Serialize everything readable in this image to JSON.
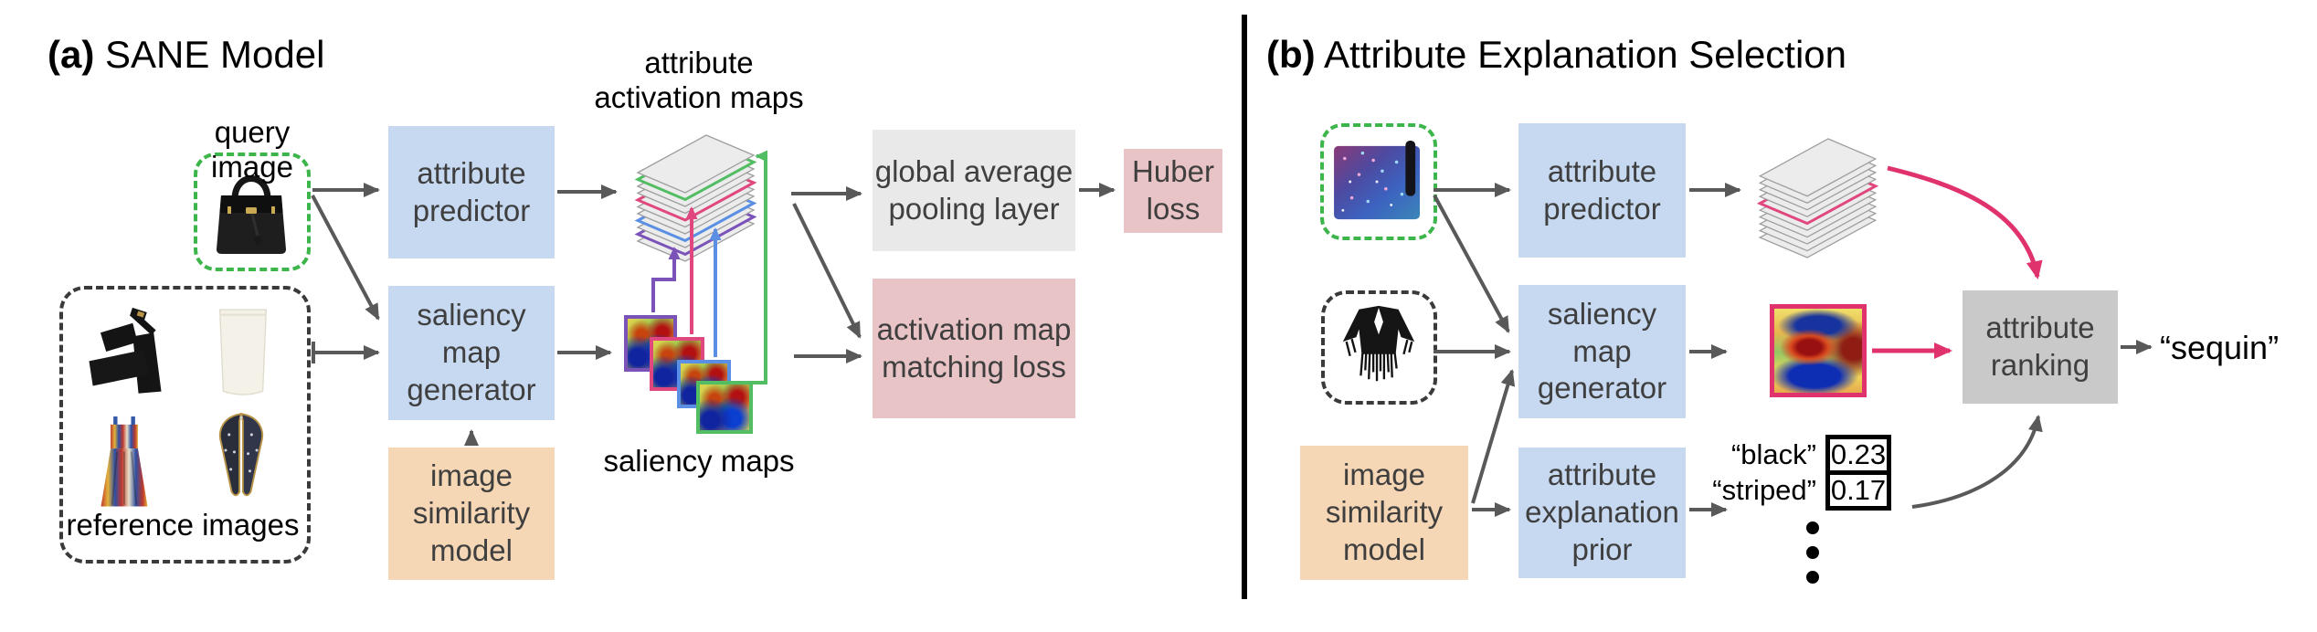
{
  "palette": {
    "box_blue": "#c6d9f1",
    "box_orange": "#f6d7b5",
    "box_pink": "#e9c4c6",
    "box_gray_light": "#e9e9e9",
    "box_gray_mid": "#c9c9c9",
    "arrow_gray": "#595959",
    "accent_pink": "#e0336e",
    "dashed_green": "#3cb54a",
    "dashed_black": "#3a3a3a",
    "layer_green": "#53bd63",
    "layer_pink": "#e0477e",
    "layer_blue": "#5a8fe3",
    "layer_purple": "#7b52b8",
    "sheet_fill": "#ececec",
    "sheet_stroke": "#9e9e9e",
    "text_dark": "#3f3f3f"
  },
  "panel_a": {
    "title_bold": "(a)",
    "title_rest": " SANE Model",
    "query_image_label": "query image",
    "reference_images_label": "reference images",
    "activation_maps_label": "attribute\nactivation maps",
    "saliency_maps_label": "saliency maps",
    "boxes": {
      "attribute_predictor": "attribute\npredictor",
      "saliency_map_generator": "saliency\nmap\ngenerator",
      "image_similarity_model": "image\nsimilarity\nmodel",
      "global_average_pooling": "global average\npooling layer",
      "huber_loss": "Huber\nloss",
      "activation_map_matching_loss": "activation map\nmatching loss"
    },
    "activation_stack": [
      "gray",
      "green",
      "gray",
      "gray",
      "pink",
      "gray",
      "gray",
      "blue",
      "gray",
      "purple",
      "gray"
    ],
    "saliency_map_borders": [
      "purple",
      "pink",
      "blue",
      "green"
    ],
    "images": {
      "query_image": "black leather handbag",
      "reference_items": [
        "black platform sandal",
        "white pencil skirt",
        "multicolor printed dress",
        "patterned scarf"
      ]
    }
  },
  "panel_b": {
    "title_bold": "(b)",
    "title_rest": " Attribute Explanation Selection",
    "boxes": {
      "attribute_predictor": "attribute\npredictor",
      "saliency_map_generator": "saliency\nmap\ngenerator",
      "image_similarity_model": "image\nsimilarity\nmodel",
      "attribute_explanation_prior": "attribute\nexplanation\nprior",
      "attribute_ranking": "attribute\nranking"
    },
    "activation_stack": [
      "gray",
      "gray",
      "gray",
      "gray",
      "pink",
      "gray",
      "gray",
      "gray",
      "gray",
      "gray"
    ],
    "prior_scores": [
      {
        "label": "“black”",
        "value": "0.23"
      },
      {
        "label": "“striped”",
        "value": "0.17"
      }
    ],
    "output_label": "“sequin”",
    "images": {
      "query_image": "sequin clutch",
      "reference_image": "black fringed jacket"
    }
  }
}
